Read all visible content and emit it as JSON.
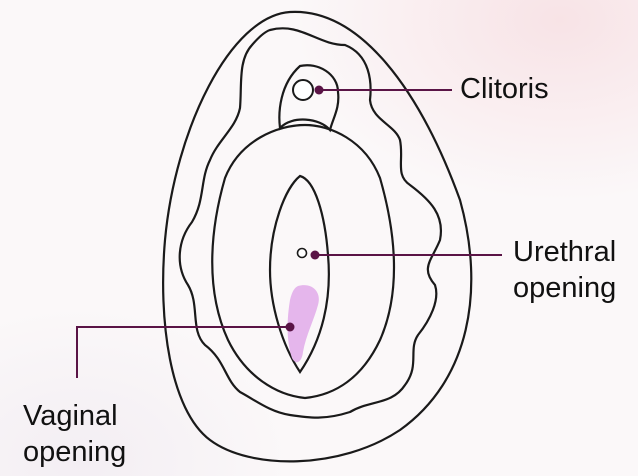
{
  "labels": {
    "clitoris": "Clitoris",
    "urethral": [
      "Urethral",
      "opening"
    ],
    "vaginal": [
      "Vaginal",
      "opening"
    ]
  },
  "colors": {
    "outline": "#1a1a1a",
    "leader": "#5a1446",
    "highlight": "#e5b6ec"
  }
}
